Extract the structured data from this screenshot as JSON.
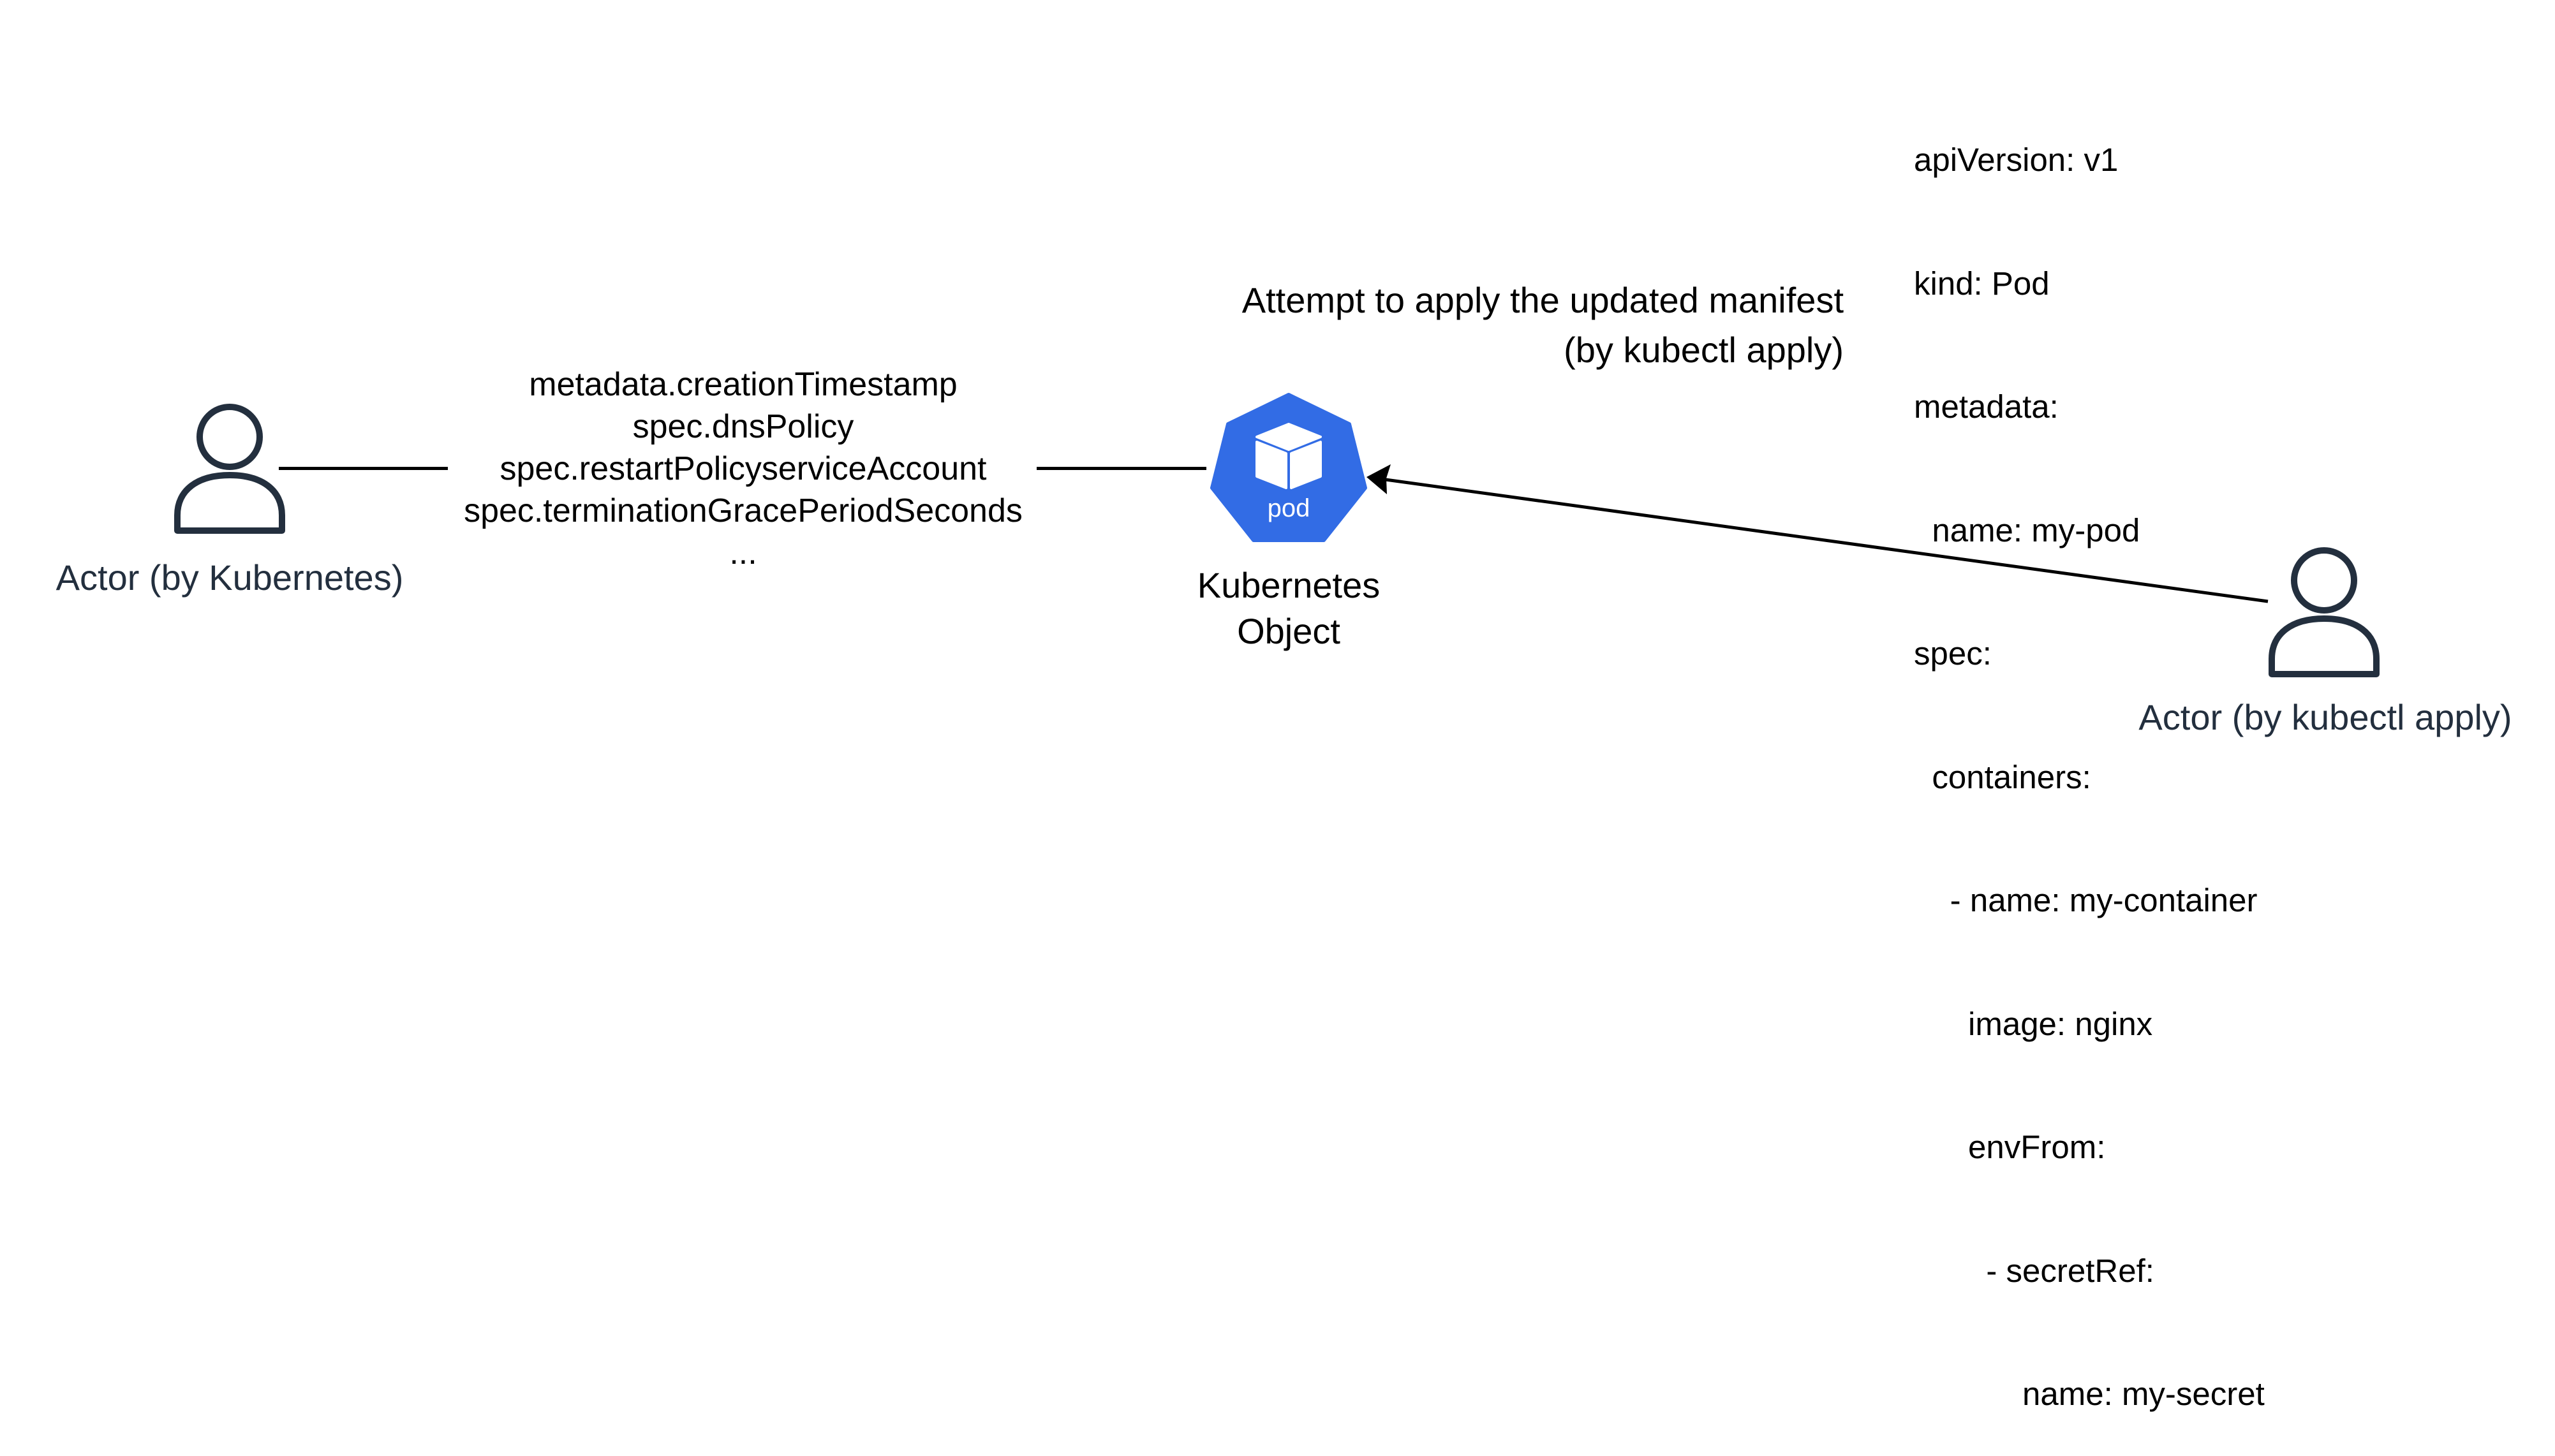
{
  "actors": {
    "kubernetes": {
      "label": "Actor (by Kubernetes)",
      "icon": "person-icon"
    },
    "kubectl": {
      "label": "Actor (by kubectl apply)",
      "icon": "person-icon"
    }
  },
  "managed_fields": [
    "metadata.creationTimestamp",
    "spec.dnsPolicy",
    "spec.restartPolicyserviceAccount",
    "spec.terminationGracePeriodSeconds",
    "..."
  ],
  "pod": {
    "icon_text": "pod",
    "label_lines": [
      "Kubernetes",
      "Object"
    ],
    "color": "#326ce5"
  },
  "attempt": {
    "line1": "Attempt to apply the updated manifest",
    "line2": "(by kubectl apply)"
  },
  "manifest_lines": [
    "apiVersion: v1",
    "kind: Pod",
    "metadata:",
    "  name: my-pod",
    "spec:",
    "  containers:",
    "    - name: my-container",
    "      image: nginx",
    "      envFrom:",
    "        - secretRef:",
    "            name: my-secret"
  ],
  "colors": {
    "actor": "#232f3e",
    "line": "#000000"
  }
}
